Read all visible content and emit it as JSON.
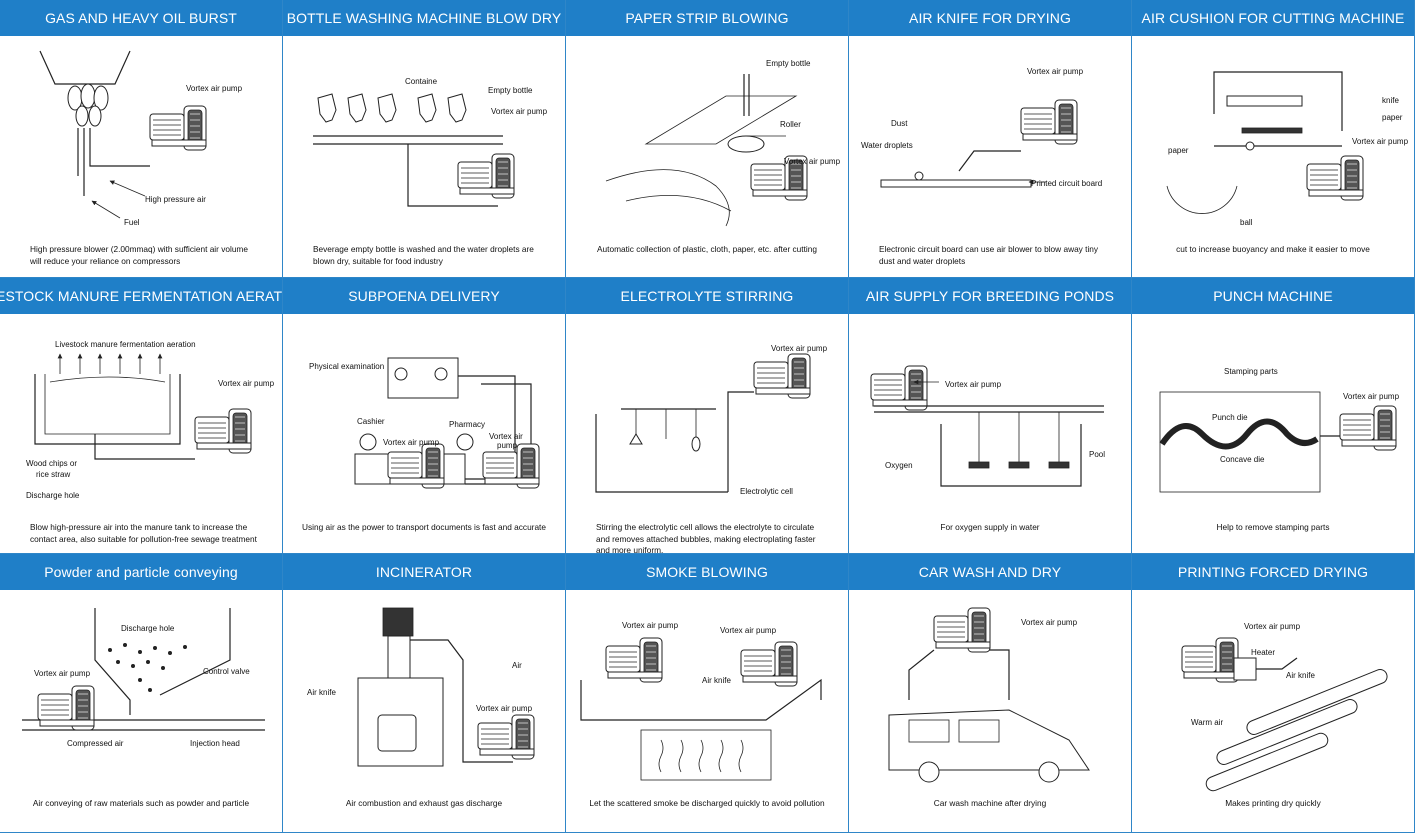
{
  "panels": [
    {
      "title": "GAS AND HEAVY OIL BURST",
      "labels": {
        "pump": "Vortex air pump",
        "hp_air": "High pressure air",
        "fuel": "Fuel"
      },
      "caption": "High pressure blower (2.00mmaq) with sufficient air volume will reduce your reliance on compressors"
    },
    {
      "title": "BOTTLE WASHING MACHINE BLOW DRY",
      "labels": {
        "container": "Containe",
        "empty_bottle": "Empty bottle",
        "pump": "Vortex air pump"
      },
      "caption": "Beverage empty bottle is washed and the water droplets are blown dry, suitable for food industry"
    },
    {
      "title": "PAPER STRIP BLOWING",
      "labels": {
        "empty_bottle": "Empty bottle",
        "roller": "Roller",
        "pump": "Vortex air pump"
      },
      "caption": "Automatic collection of plastic, cloth, paper, etc. after cutting"
    },
    {
      "title": "AIR KNIFE FOR DRYING",
      "labels": {
        "pump": "Vortex air pump",
        "dust": "Dust",
        "water_droplets": "Water droplets",
        "pcb": "Printed circuit board"
      },
      "caption": "Electronic circuit board can use air blower to blow away tiny dust and water droplets"
    },
    {
      "title": "AIR CUSHION FOR CUTTING MACHINE",
      "labels": {
        "knife": "knife",
        "paper_right": "paper",
        "paper_left": "paper",
        "pump": "Vortex air pump",
        "ball": "ball"
      },
      "caption": "cut to increase buoyancy and make it easier to move"
    },
    {
      "title": "LIVESTOCK MANURE FERMENTATION AERATION",
      "labels": {
        "aeration": "Livestock manure fermentation aeration",
        "pump": "Vortex air pump",
        "wood_chips_1": "Wood chips or",
        "wood_chips_2": "rice straw",
        "discharge": "Discharge hole"
      },
      "caption": "Blow high-pressure air into the manure tank to increase the contact area, also suitable for pollution-free sewage treatment"
    },
    {
      "title": "SUBPOENA DELIVERY",
      "labels": {
        "physical": "Physical examination",
        "cashier": "Cashier",
        "pharmacy": "Pharmacy",
        "pump_left": "Vortex air pump",
        "pump_right_1": "Vortex air",
        "pump_right_2": "pump"
      },
      "caption": "Using air as the power to transport documents is fast and accurate"
    },
    {
      "title": "ELECTROLYTE STIRRING",
      "labels": {
        "pump": "Vortex air pump",
        "cell": "Electrolytic cell"
      },
      "caption": "Stirring the electrolytic cell allows the electrolyte to circulate and removes attached bubbles, making electroplating faster and more uniform."
    },
    {
      "title": "AIR SUPPLY FOR BREEDING PONDS",
      "labels": {
        "pump": "Vortex air pump",
        "oxygen": "Oxygen",
        "pool": "Pool"
      },
      "caption": "For oxygen supply in water"
    },
    {
      "title": "PUNCH MACHINE",
      "labels": {
        "stamping": "Stamping parts",
        "pump": "Vortex air pump",
        "punch_die": "Punch die",
        "concave_die": "Concave die"
      },
      "caption": "Help to remove stamping parts"
    },
    {
      "title": "Powder and particle conveying",
      "labels": {
        "discharge": "Discharge hole",
        "pump": "Vortex air pump",
        "control_valve": "Control valve",
        "compressed": "Compressed air",
        "injection": "Injection head"
      },
      "caption": "Air conveying of raw materials such as powder and particle"
    },
    {
      "title": "INCINERATOR",
      "labels": {
        "air": "Air",
        "air_knife": "Air knife",
        "pump": "Vortex air pump"
      },
      "caption": "Air combustion and exhaust gas discharge"
    },
    {
      "title": "SMOKE BLOWING",
      "labels": {
        "pump_left": "Vortex air pump",
        "pump_right": "Vortex air pump",
        "air_knife": "Air knife"
      },
      "caption": "Let the scattered smoke be discharged quickly to avoid pollution"
    },
    {
      "title": "CAR WASH AND DRY",
      "labels": {
        "pump": "Vortex air pump"
      },
      "caption": "Car wash machine after drying"
    },
    {
      "title": "PRINTING FORCED DRYING",
      "labels": {
        "pump": "Vortex air pump",
        "heater": "Heater",
        "air_knife": "Air knife",
        "warm_air": "Warm air"
      },
      "caption": "Makes printing dry quickly"
    }
  ]
}
